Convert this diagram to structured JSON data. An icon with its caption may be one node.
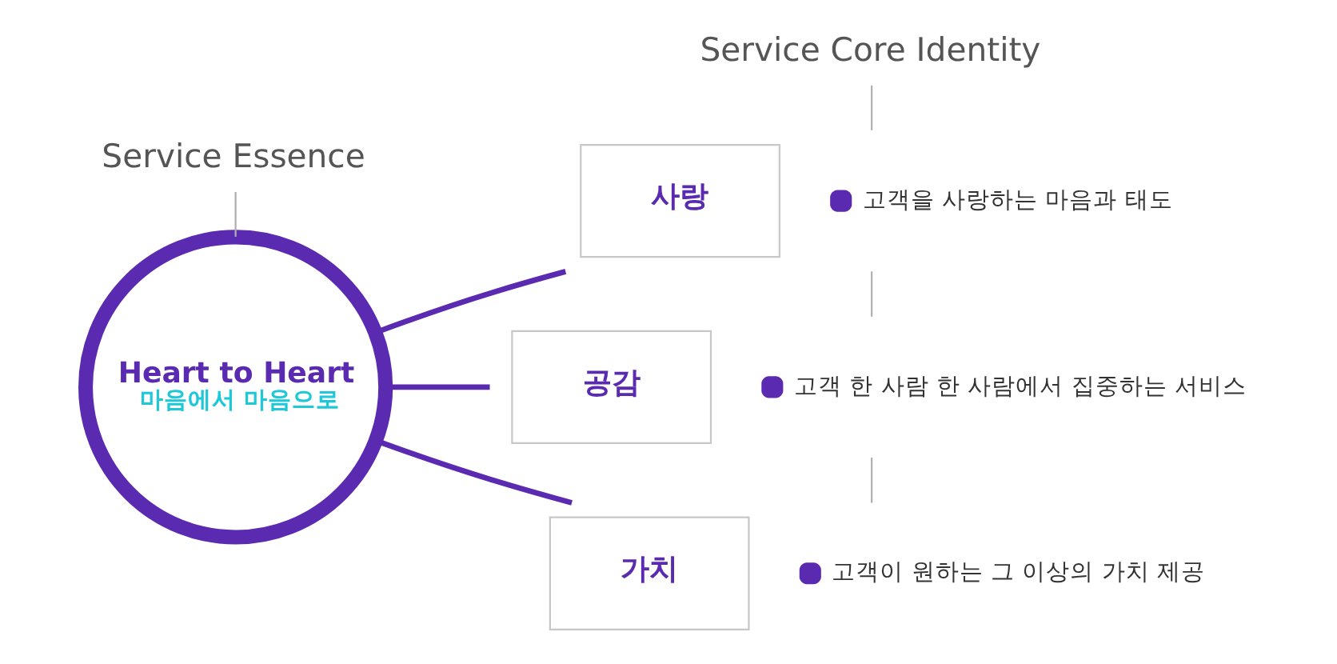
{
  "diagram": {
    "nodes": [
      {
        "text": [
          "Service Essence"
        ]
      },
      {
        "text": [
          "Heart to Heart",
          "마음에서 마음으로"
        ]
      },
      {
        "text": [
          "Service Core Identity"
        ]
      },
      {
        "text": [
          "사랑"
        ],
        "beside": [
          "고객을 사랑하는 마음과 태도"
        ]
      },
      {
        "text": [
          "공감"
        ],
        "beside": [
          "고객 한 사람 한 사람에서 집중하는 서비스"
        ]
      },
      {
        "text": [
          "가치"
        ],
        "beside": [
          "고객이 원하는 그 이상의 가치 제공"
        ]
      }
    ],
    "edges": [
      {
        "from": 0,
        "to": 1,
        "arrow": "none"
      },
      {
        "from": 2,
        "to": 3,
        "arrow": "none"
      },
      {
        "from": 3,
        "to": 4,
        "arrow": "none"
      },
      {
        "from": 4,
        "to": 5,
        "arrow": "none"
      },
      {
        "from": 1,
        "to": 3,
        "arrow": "none",
        "style": "thick",
        "color": "#5a2bb0"
      },
      {
        "from": 1,
        "to": 4,
        "arrow": "none",
        "style": "thick",
        "color": "#5a2bb0"
      },
      {
        "from": 1,
        "to": 5,
        "arrow": "none",
        "style": "thick",
        "color": "#5a2bb0"
      }
    ]
  }
}
